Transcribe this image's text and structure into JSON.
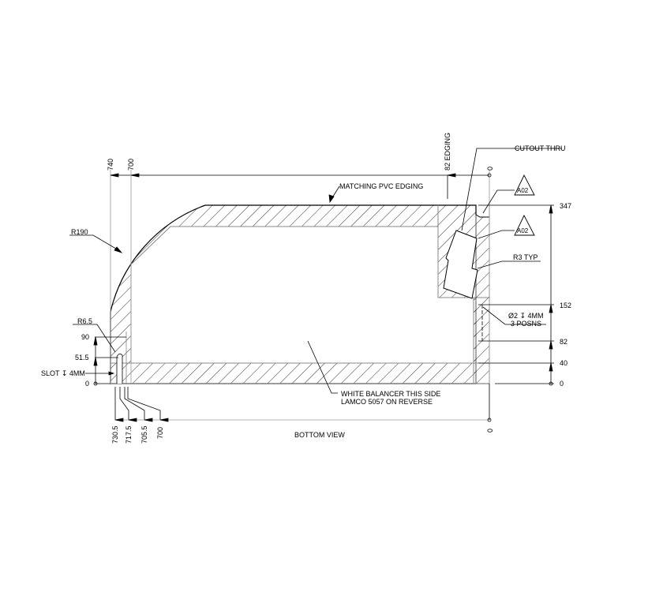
{
  "drawing": {
    "view_title": "BOTTOM VIEW",
    "notes": {
      "matching_pvc_edging": "MATCHING PVC EDGING",
      "cutout_thru": "CUTOUT THRU",
      "r3_typ": "R3 TYP",
      "r190": "R190",
      "r6_5": "R6.5",
      "slot": "SLOT ↧ 4MM",
      "hole_line1": "Ø2 ↧ 4MM",
      "hole_line2": "3 POSNS",
      "balancer_line1": "WHITE BALANCER THIS SIDE",
      "balancer_line2": "LAMCO 5057 ON REVERSE",
      "edging_82": "82 EDGING"
    },
    "revision_tags": [
      "A02",
      "A02"
    ],
    "top_dims": {
      "d740": "740",
      "d700": "700",
      "d0": "0"
    },
    "bottom_dims": {
      "d730_5": "730.5",
      "d717_5": "717.5",
      "d705_5": "705.5",
      "d700": "700",
      "d0": "0"
    },
    "right_dims": {
      "d347": "347",
      "d152": "152",
      "d82": "82",
      "d40": "40",
      "d0": "0"
    },
    "left_dims": {
      "d90": "90",
      "d51_5": "51.5",
      "d0": "0"
    }
  }
}
